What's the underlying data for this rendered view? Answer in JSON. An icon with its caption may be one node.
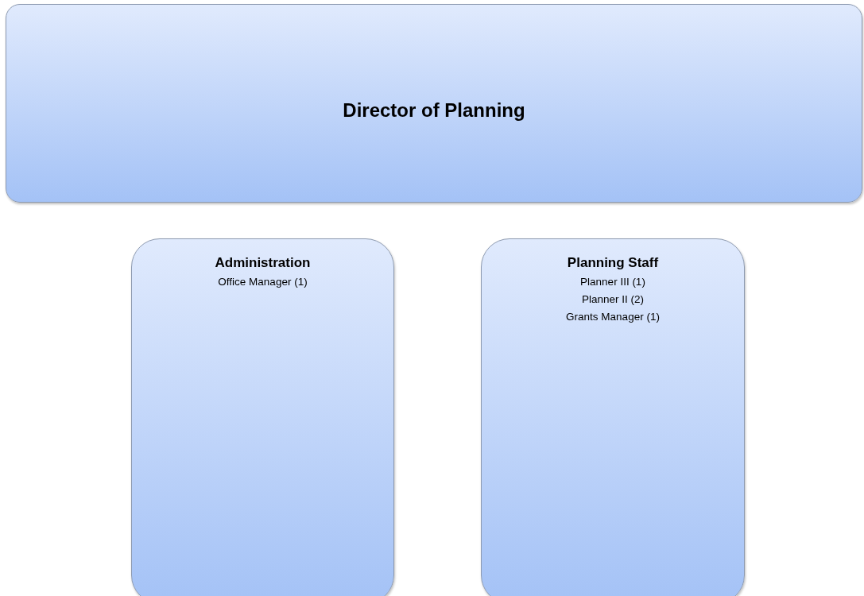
{
  "diagram": {
    "nodes": [
      {
        "text": [
          "Director of Planning"
        ]
      },
      {
        "text": [
          "Administration",
          "Office Manager (1)"
        ]
      },
      {
        "text": [
          "Planning Staff",
          "Planner III (1)",
          "Planner II (2)",
          "Grants Manager (1)"
        ]
      }
    ]
  }
}
